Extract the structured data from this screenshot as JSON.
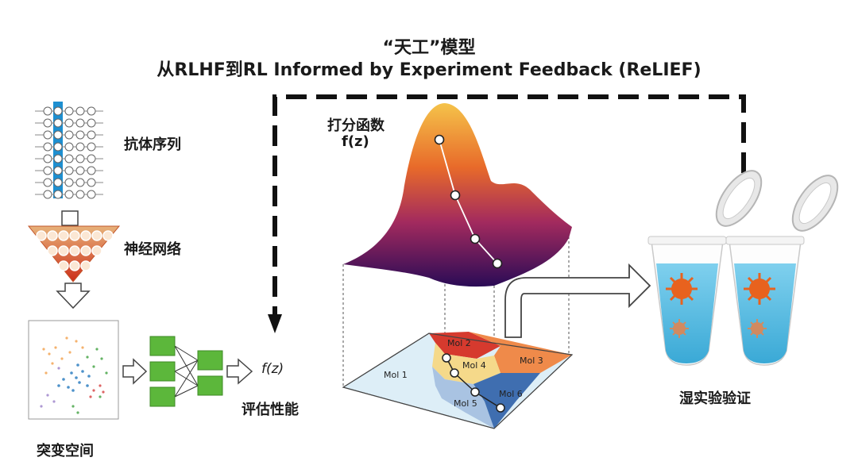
{
  "title": {
    "line1": "“天工”模型",
    "line2": "从RLHF到RL Informed by Experiment Feedback (ReLIEF)"
  },
  "labels": {
    "antibody_sequence": "抗体序列",
    "neural_network": "神经网络",
    "mutation_space": "突变空间",
    "evaluate_performance": "评估性能",
    "fz_small": "f(z)",
    "scoring_function_line1": "打分函数",
    "scoring_function_line2": "f(z)",
    "wet_lab_validation": "湿实验验证"
  },
  "molecules": [
    "Mol 1",
    "Mol 2",
    "Mol 3",
    "Mol 4",
    "Mol 5",
    "Mol 6"
  ],
  "colors": {
    "highlight_column": "#1e8fd0",
    "nn_gradient_top": "#e7b27a",
    "nn_gradient_bottom": "#cc2d18",
    "nn_box_green": "#5cb73b",
    "virus": "#e8621e",
    "tube_liquid": "#66c4e6",
    "surface_top": "#f5c34a",
    "surface_bottom": "#2a0b56"
  },
  "icons": [
    "feedback-dashed-arrow",
    "tube-icon",
    "virus-icon",
    "hollow-arrow"
  ]
}
